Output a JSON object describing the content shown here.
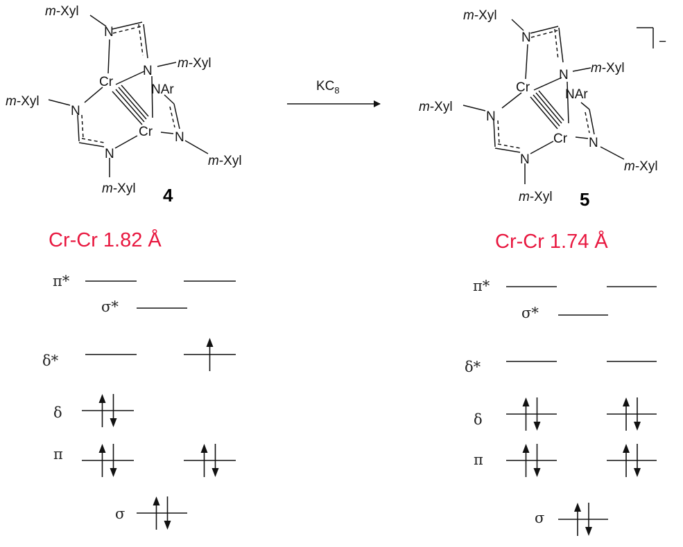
{
  "reaction": {
    "reagent": "KC",
    "reagent_sub": "8"
  },
  "left": {
    "compound_number": "4",
    "bond_distance": "Cr-Cr  1.82 Å",
    "labels": {
      "xyl": "m-Xyl",
      "italic_m": "m",
      "xyl_rest": "-Xyl",
      "N": "N",
      "Cr": "Cr",
      "NAr": "NAr"
    }
  },
  "right": {
    "compound_number": "5",
    "bond_distance": "Cr-Cr  1.74 Å",
    "charge": "−"
  },
  "mo_labels": {
    "pi_star": "π*",
    "sigma_star": "σ*",
    "delta_star": "δ*",
    "delta": "δ",
    "pi": "π",
    "sigma": "σ"
  },
  "mo_diagram_4": {
    "levels": [
      {
        "name": "π*",
        "electrons": [
          0,
          0
        ]
      },
      {
        "name": "σ*",
        "electrons": [
          0
        ]
      },
      {
        "name": "δ*",
        "electrons": [
          0,
          1
        ]
      },
      {
        "name": "δ",
        "electrons": [
          2
        ]
      },
      {
        "name": "π",
        "electrons": [
          2,
          2
        ]
      },
      {
        "name": "σ",
        "electrons": [
          2
        ]
      }
    ]
  },
  "mo_diagram_5": {
    "levels": [
      {
        "name": "π*",
        "electrons": [
          0,
          0
        ]
      },
      {
        "name": "σ*",
        "electrons": [
          0
        ]
      },
      {
        "name": "δ*",
        "electrons": [
          0,
          0
        ]
      },
      {
        "name": "δ",
        "electrons": [
          2,
          2
        ]
      },
      {
        "name": "π",
        "electrons": [
          2,
          2
        ]
      },
      {
        "name": "σ",
        "electrons": [
          2
        ]
      }
    ]
  }
}
